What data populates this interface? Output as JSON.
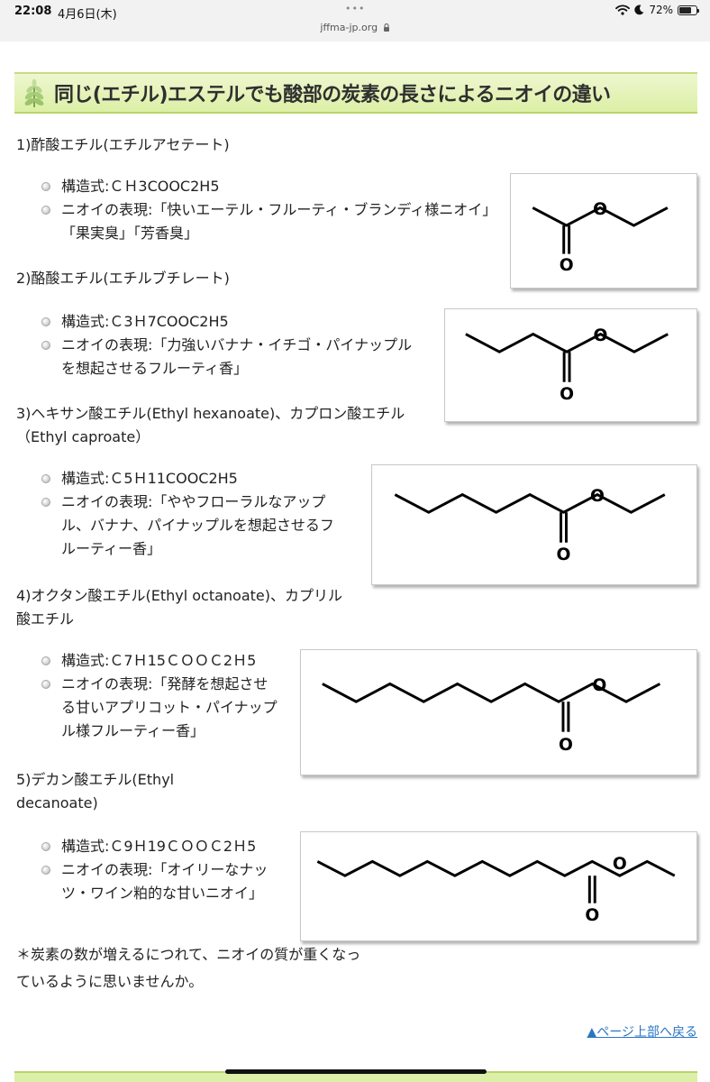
{
  "status_bar": {
    "time": "22:08",
    "date": "4月6日(木)",
    "dots": "•••",
    "url": "jffma-jp.org",
    "battery": "72%",
    "battery_level": 0.72
  },
  "heading": "同じ(エチル)エステルでも酸部の炭素の長さによるニオイの違い",
  "sections": [
    {
      "title": "1)酢酸エチル(エチルアセテート)",
      "bullets": [
        "構造式:ＣＨ3COOC2H5",
        "ニオイの表現:「快いエーテル・フルーティ・ブランディ様ニオイ」「果実臭」「芳香臭」"
      ]
    },
    {
      "title": "2)酪酸エチル(エチルブチレート)",
      "bullets": [
        "構造式:Ｃ3Ｈ7COOC2H5",
        "ニオイの表現:「力強いバナナ・イチゴ・パイナップルを想起させるフルーティ香」"
      ]
    },
    {
      "title": "3)ヘキサン酸エチル(Ethyl hexanoate)、カプロン酸エチル（Ethyl caproate）",
      "bullets": [
        "構造式:Ｃ5Ｈ11COOC2H5",
        "ニオイの表現:「ややフローラルなアップル、バナナ、パイナップルを想起させるフルーティー香」"
      ]
    },
    {
      "title": "4)オクタン酸エチル(Ethyl octanoate)、カプリル酸エチル",
      "bullets": [
        "構造式:Ｃ7Ｈ15ＣＯＯＣ2Ｈ5",
        "ニオイの表現:「発酵を想起させる甘いアプリコット・パイナップル様フルーティー香」"
      ]
    },
    {
      "title": "5)デカン酸エチル(Ethyl decanoate)",
      "bullets": [
        "構造式:Ｃ9Ｈ19ＣＯＯＣ2Ｈ5",
        "ニオイの表現:「オイリーなナッツ・ワイン粕的な甘いニオイ」"
      ]
    }
  ],
  "atom_label": "O",
  "note": "＊炭素の数が増えるにつれて、ニオイの質が重くなっているように思いませんか。",
  "back_link": "▲ページ上部へ戻る"
}
